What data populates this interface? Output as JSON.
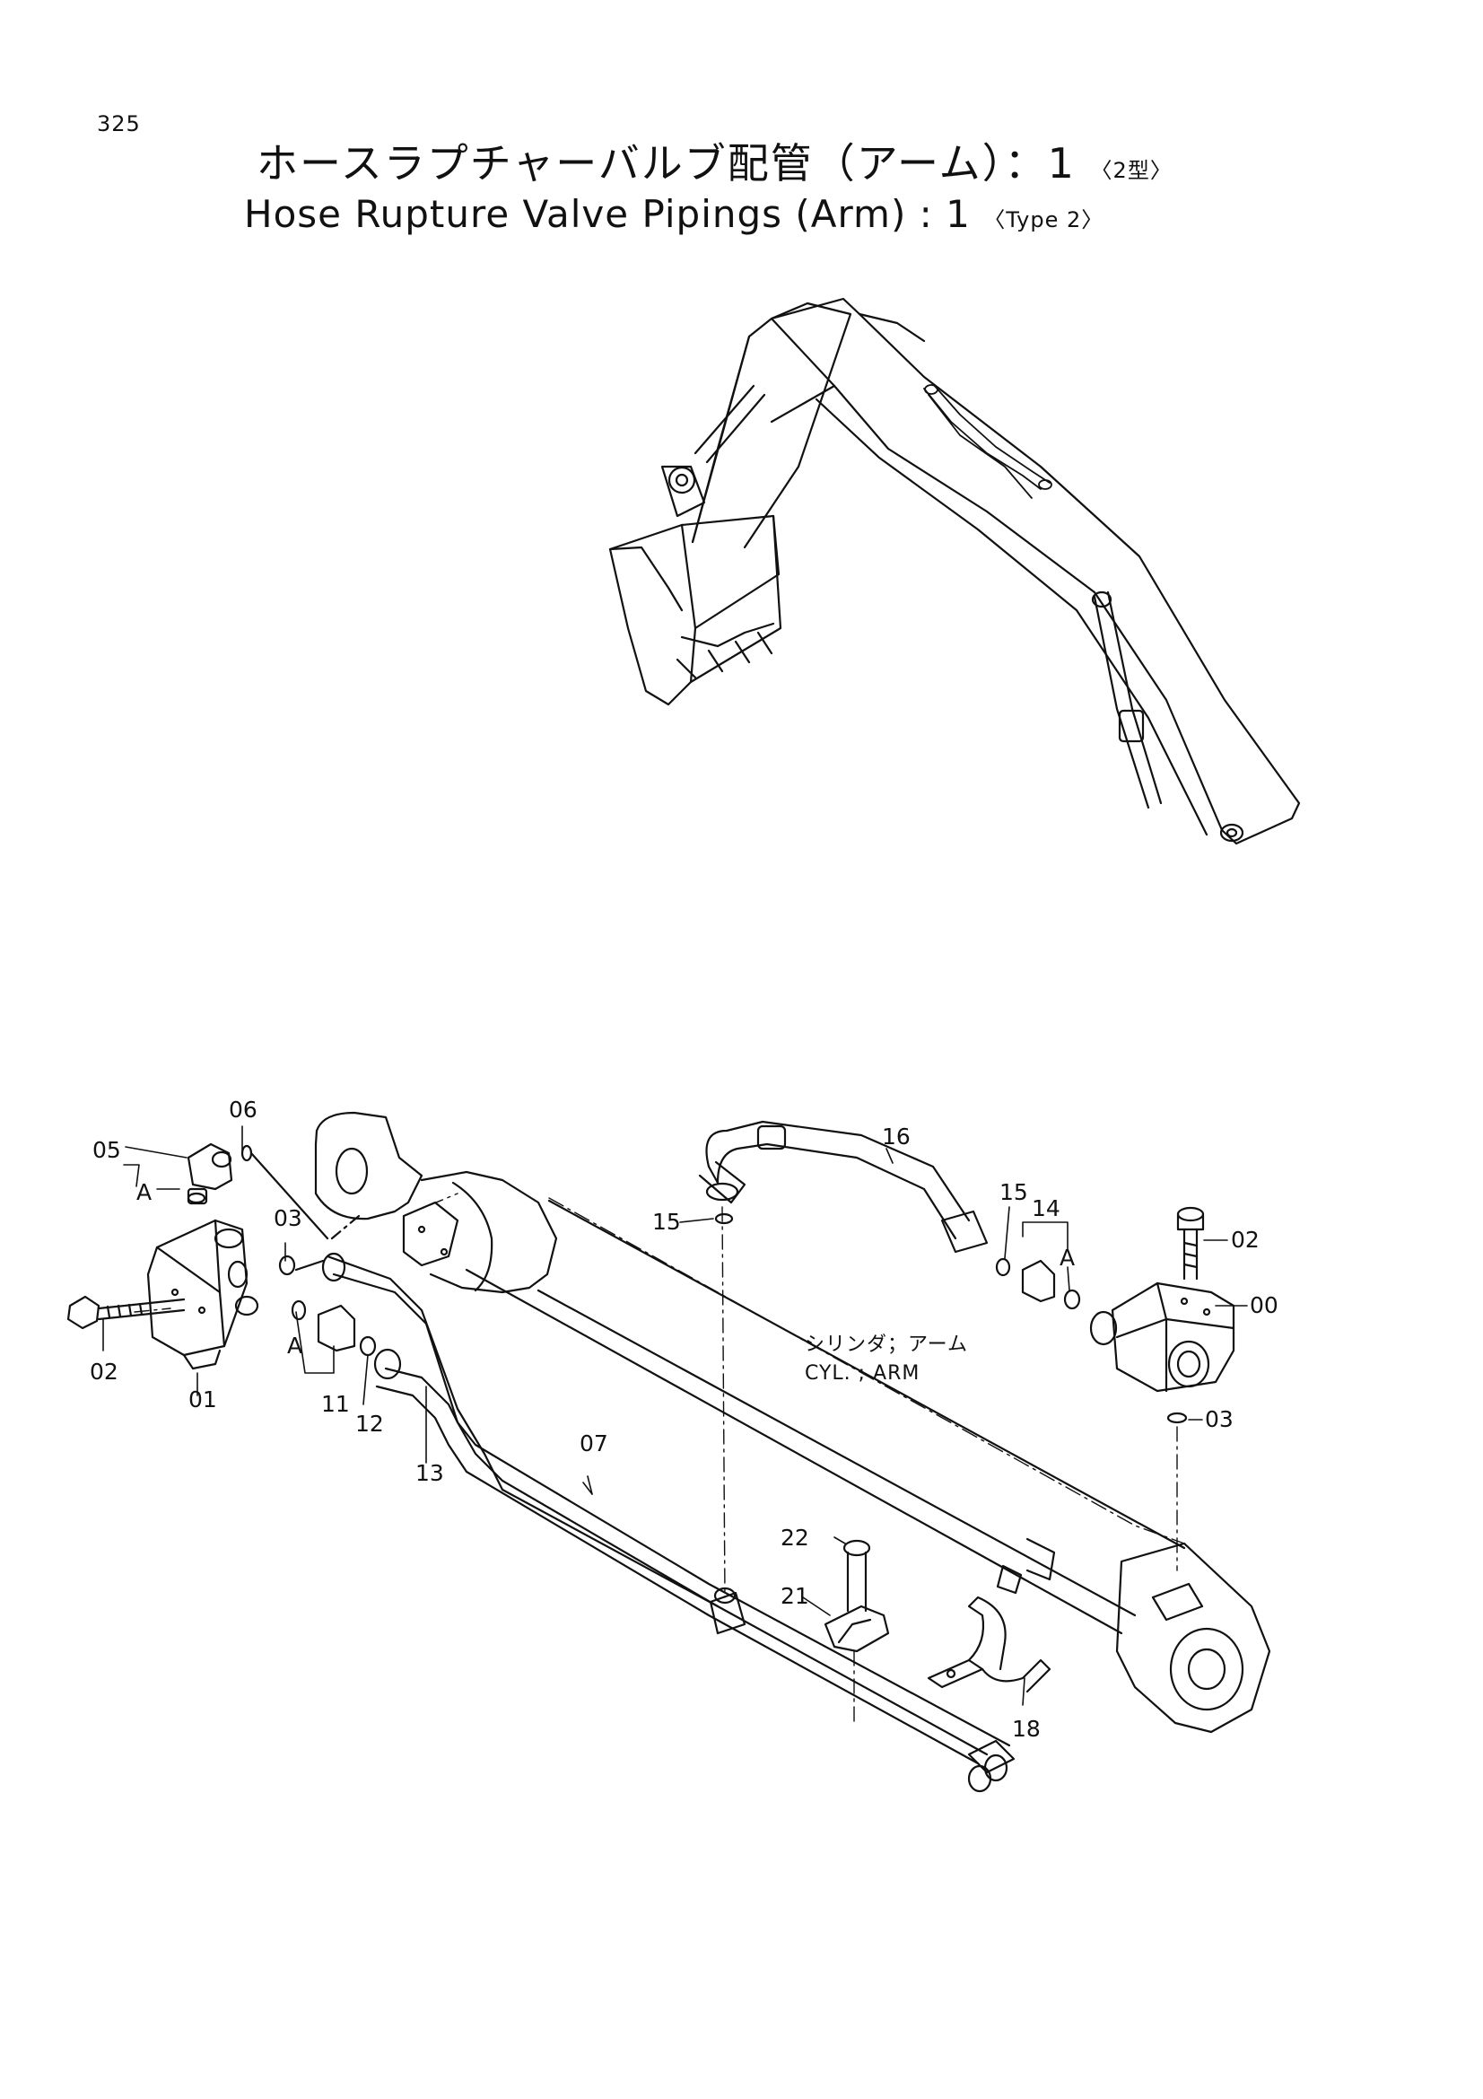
{
  "page_number": "325",
  "title_jp": "ホースラプチャーバルブ配管（アーム）：1",
  "title_jp_suffix": "〈2型〉",
  "title_en": "Hose Rupture Valve Pipings (Arm) : 1",
  "title_en_suffix": "〈Type 2〉",
  "cylinder_label_jp": "シリンダ；アーム",
  "cylinder_label_en": "CYL. ; ARM",
  "callouts": {
    "p00": "00",
    "p01": "01",
    "p02a": "02",
    "p02b": "02",
    "p03a": "03",
    "p03b": "03",
    "p05": "05",
    "p06": "06",
    "p07": "07",
    "p11": "11",
    "p12": "12",
    "p13": "13",
    "p14": "14",
    "p15a": "15",
    "p15b": "15",
    "p16": "16",
    "p18": "18",
    "p21": "21",
    "p22": "22",
    "a1": "A",
    "a2": "A",
    "a3": "A"
  }
}
